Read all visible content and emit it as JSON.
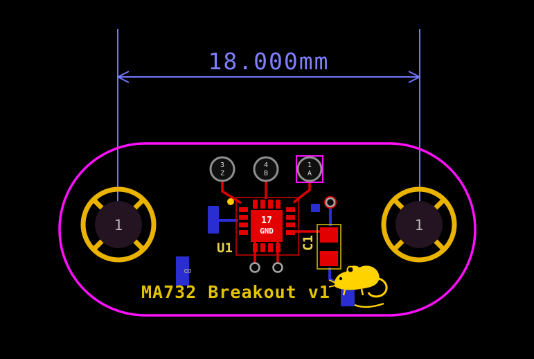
{
  "window": {
    "background": "#000000"
  },
  "dimension": {
    "label": "18.000mm",
    "color": "#8080ff"
  },
  "board": {
    "outline_color": "#ff10ff"
  },
  "mounting_holes": {
    "left": {
      "label": "1"
    },
    "right": {
      "label": "1"
    }
  },
  "connector_pads": [
    {
      "pin": "3",
      "net": "Z"
    },
    {
      "pin": "4",
      "net": "B"
    },
    {
      "pin": "1",
      "net": "A"
    }
  ],
  "u1": {
    "reference": "U1",
    "center_pad": {
      "number": "17",
      "net": "GND"
    }
  },
  "c1": {
    "reference": "C1"
  },
  "back_pad_label": "8",
  "silkscreen_title": "MA732 Breakout v1",
  "colors": {
    "dimension_blue": "#8080ff",
    "board_outline_magenta": "#ff10ff",
    "drill_ring_yellow": "#e9b300",
    "front_copper_red": "#e30000",
    "back_copper_blue": "#2a2ed0",
    "silkscreen_yellow": "#e4c400",
    "logo_yellow": "#ffd300",
    "via_gray": "#a8a8a8"
  }
}
